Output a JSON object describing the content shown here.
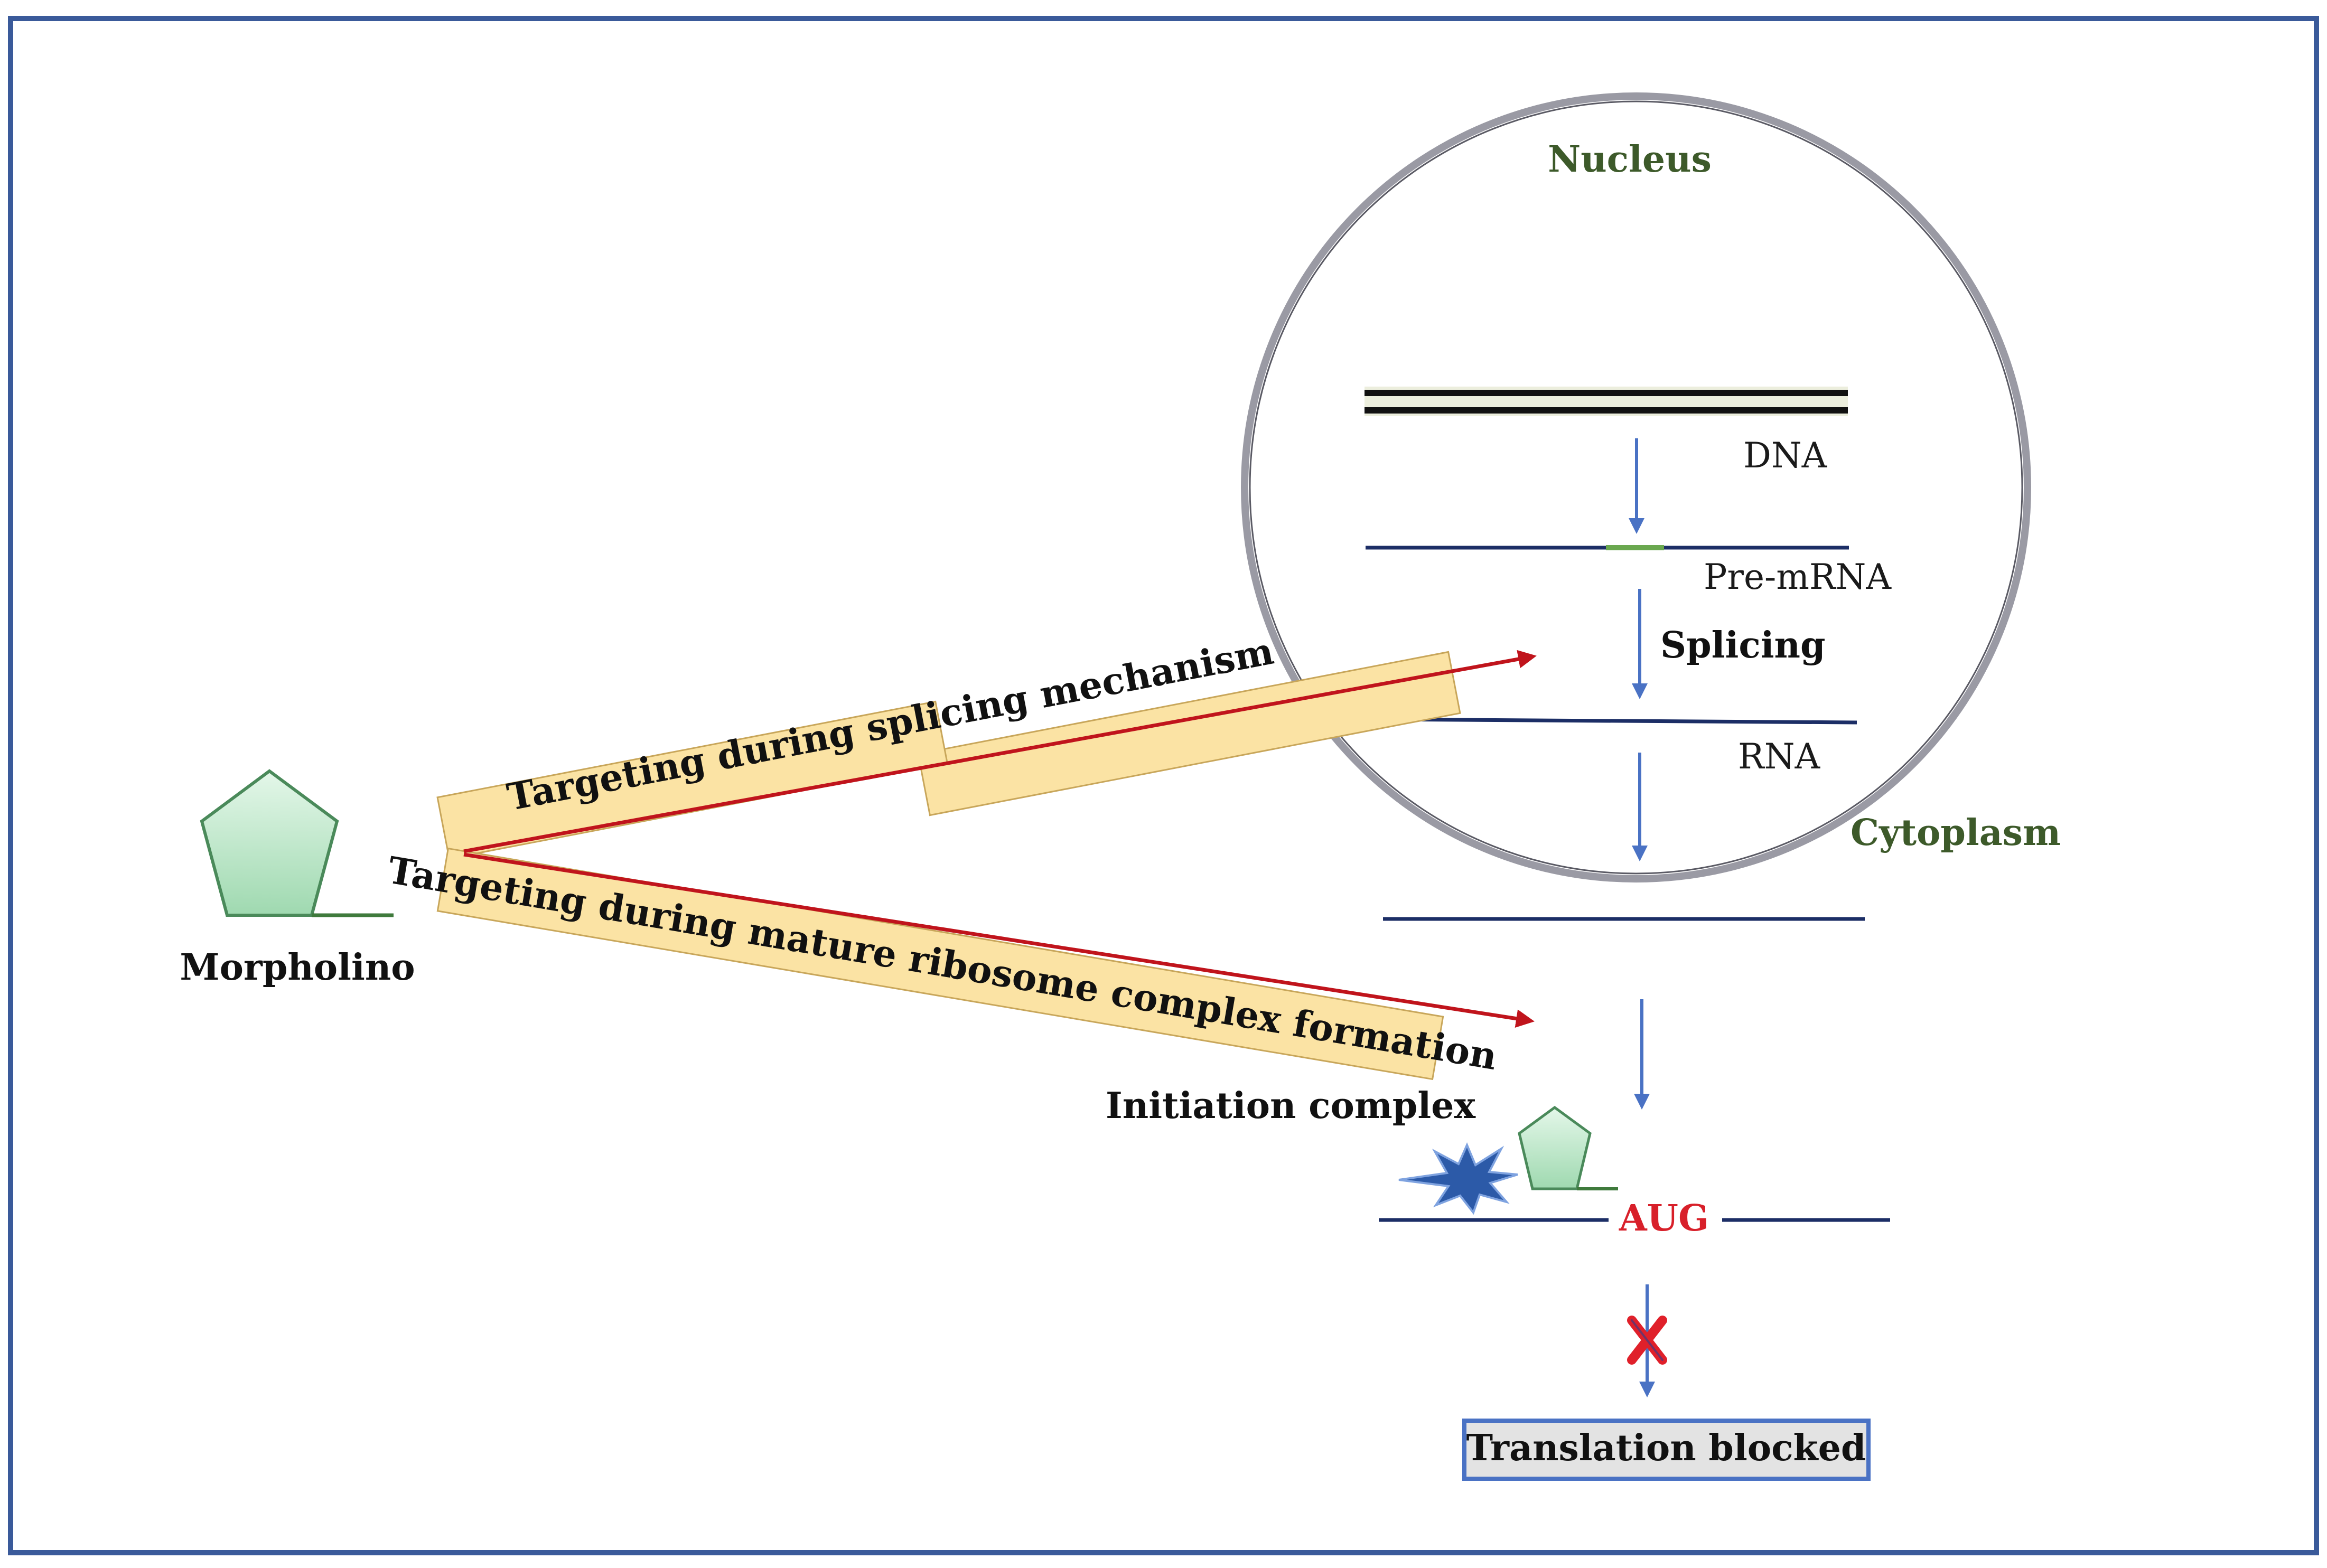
{
  "labels": {
    "nucleus": "Nucleus",
    "cytoplasm": "Cytoplasm",
    "dna": "DNA",
    "pre_mrna": "Pre-mRNA",
    "splicing": "Splicing",
    "rna": "RNA",
    "morpholino": "Morpholino",
    "initiation_complex": "Initiation complex",
    "aug": "AUG",
    "translation_blocked": "Translation blocked"
  },
  "banners": {
    "splicing": "Targeting during splicing mechanism",
    "ribosome": "Targeting during mature ribosome complex formation"
  },
  "colors": {
    "frame": "#3a5a9a",
    "arrow_blue": "#4a72c4",
    "strand_navy": "#1c2e66",
    "red_arrow": "#c0141c",
    "banner_fill": "#fbe3a4",
    "pentagon_fill": "#b8e6c4",
    "green_label": "#3d5a2a",
    "aug_red": "#d8202a",
    "blocked_box_fill": "#e3e3e3"
  },
  "icons": [
    "morpholino-pentagon-icon",
    "initiation-complex-star-icon",
    "block-x-icon"
  ]
}
